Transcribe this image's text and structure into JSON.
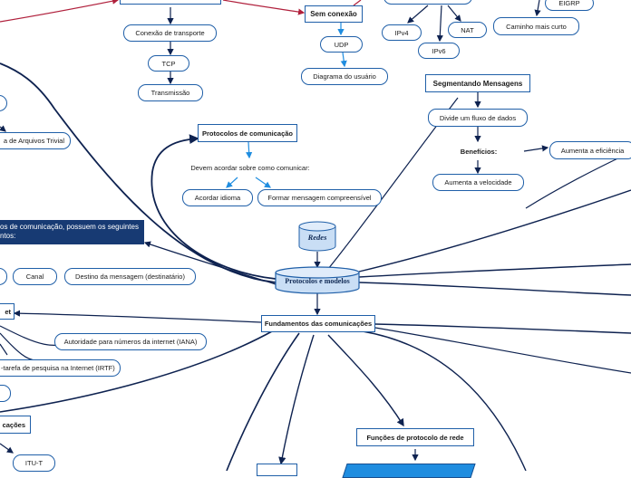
{
  "nodes": {
    "sem_conexao": "Sem conexão",
    "udp": "UDP",
    "diagrama_usuario": "Diagrama do usuário",
    "conexao_transporte": "Conexão de transporte",
    "tcp": "TCP",
    "transmissao": "Transmissão",
    "ipv4": "IPv4",
    "ipv6": "IPv6",
    "nat": "NAT",
    "eigrp": "EIGRP",
    "caminho_curto": "Caminho mais curto",
    "segmentando": "Segmentando Mensagens",
    "divide_fluxo": "Divide um fluxo de dados",
    "beneficios": "Benefícios:",
    "aumenta_eficiencia": "Aumenta a eficiência",
    "aumenta_velocidade": "Aumenta a velocidade",
    "protocolos_comunicacao": "Protocolos de comunicação",
    "devem_acordar": "Devem acordar sobre como comunicar:",
    "acordar_idioma": "Acordar idioma",
    "formar_mensagem": "Formar mensagem compreensível",
    "arquivos_trivial": "a de Arquivos Trivial",
    "banner_text": "os de comunicação, possuem os seguintes\nntos:",
    "canal": "Canal",
    "destino_mensagem": "Destino da mensagem (destinatário)",
    "redes": "Redes",
    "protocolos_modelos": "Protocolos e modelos",
    "fundamentos": "Fundamentos das comunicações",
    "et": "et",
    "autoridade_iana": "Autoridade para números da internet (IANA)",
    "irtf": "-tarefa de pesquisa na Internet (IRTF)",
    "cacoes": "cações",
    "itu_t": "ITU-T",
    "funcoes_rede": "Funções de protocolo de rede",
    "bluebar_text": ""
  },
  "colors": {
    "link_dark": "#0e2250",
    "link_blue": "#1f8de0",
    "link_red": "#b0203c",
    "border": "#1f5fa8",
    "banner": "#173a73",
    "cyl_fill": "#c9def5"
  }
}
